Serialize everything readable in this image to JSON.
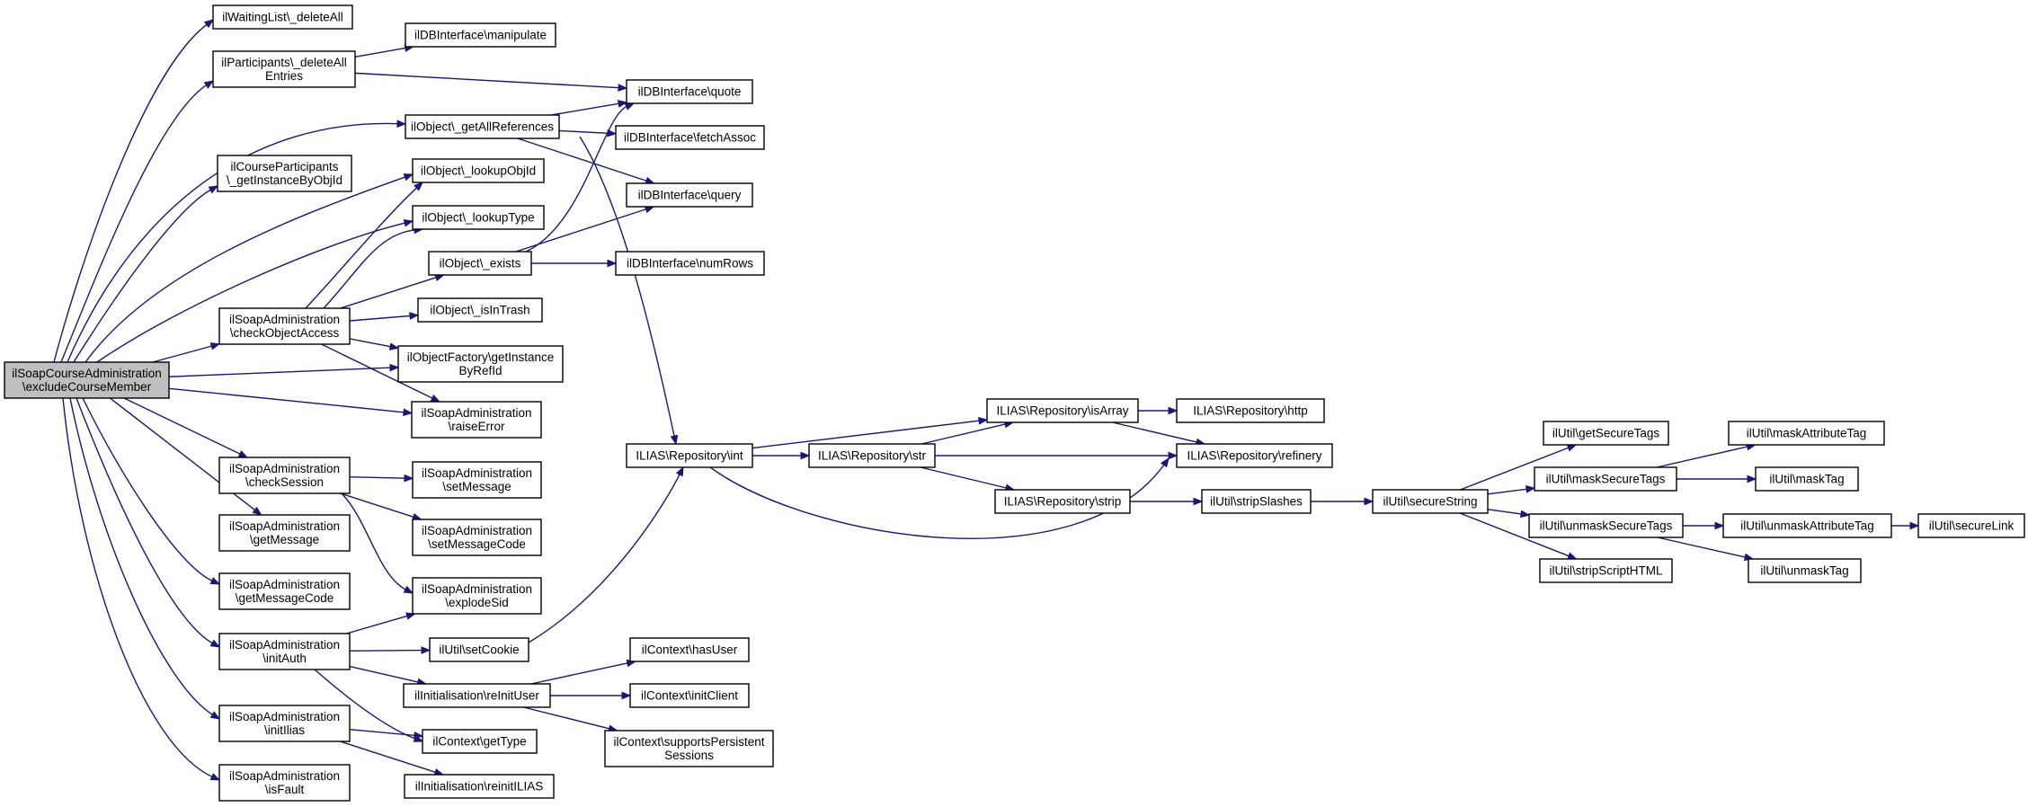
{
  "nodes": [
    {
      "id": "root",
      "lines": [
        "ilSoapCourseAdministration",
        "\\excludeCourseMember"
      ],
      "root": true
    },
    {
      "id": "wl_deleteAll",
      "lines": [
        "ilWaitingList\\_deleteAll"
      ]
    },
    {
      "id": "part_deleteAll",
      "lines": [
        "ilParticipants\\_deleteAll",
        "Entries"
      ]
    },
    {
      "id": "obj_getAllRefs",
      "lines": [
        "ilObject\\_getAllReferences"
      ]
    },
    {
      "id": "cp_getInstance",
      "lines": [
        "ilCourseParticipants",
        "\\_getInstanceByObjId"
      ]
    },
    {
      "id": "sa_checkObjectAccess",
      "lines": [
        "ilSoapAdministration",
        "\\checkObjectAccess"
      ]
    },
    {
      "id": "objfactory",
      "lines": [
        "ilObjectFactory\\getInstance",
        "ByRefId"
      ]
    },
    {
      "id": "sa_raiseError",
      "lines": [
        "ilSoapAdministration",
        "\\raiseError"
      ]
    },
    {
      "id": "sa_checkSession",
      "lines": [
        "ilSoapAdministration",
        "\\checkSession"
      ]
    },
    {
      "id": "sa_getMessage",
      "lines": [
        "ilSoapAdministration",
        "\\getMessage"
      ]
    },
    {
      "id": "sa_getMessageCode",
      "lines": [
        "ilSoapAdministration",
        "\\getMessageCode"
      ]
    },
    {
      "id": "sa_initAuth",
      "lines": [
        "ilSoapAdministration",
        "\\initAuth"
      ]
    },
    {
      "id": "sa_initIlias",
      "lines": [
        "ilSoapAdministration",
        "\\initIlias"
      ]
    },
    {
      "id": "sa_isFault",
      "lines": [
        "ilSoapAdministration",
        "\\isFault"
      ]
    },
    {
      "id": "db_manipulate",
      "lines": [
        "ilDBInterface\\manipulate"
      ]
    },
    {
      "id": "db_quote",
      "lines": [
        "ilDBInterface\\quote"
      ]
    },
    {
      "id": "db_fetchAssoc",
      "lines": [
        "ilDBInterface\\fetchAssoc"
      ]
    },
    {
      "id": "db_query",
      "lines": [
        "ilDBInterface\\query"
      ]
    },
    {
      "id": "db_numRows",
      "lines": [
        "ilDBInterface\\numRows"
      ]
    },
    {
      "id": "obj_lookupObjId",
      "lines": [
        "ilObject\\_lookupObjId"
      ]
    },
    {
      "id": "obj_lookupType",
      "lines": [
        "ilObject\\_lookupType"
      ]
    },
    {
      "id": "obj_exists",
      "lines": [
        "ilObject\\_exists"
      ]
    },
    {
      "id": "obj_isInTrash",
      "lines": [
        "ilObject\\_isInTrash"
      ]
    },
    {
      "id": "sa_setMessage",
      "lines": [
        "ilSoapAdministration",
        "\\setMessage"
      ]
    },
    {
      "id": "sa_setMessageCode",
      "lines": [
        "ilSoapAdministration",
        "\\setMessageCode"
      ]
    },
    {
      "id": "sa_explodeSid",
      "lines": [
        "ilSoapAdministration",
        "\\explodeSid"
      ]
    },
    {
      "id": "util_setCookie",
      "lines": [
        "ilUtil\\setCookie"
      ]
    },
    {
      "id": "init_reInitUser",
      "lines": [
        "ilInitialisation\\reInitUser"
      ]
    },
    {
      "id": "ctx_getType",
      "lines": [
        "ilContext\\getType"
      ]
    },
    {
      "id": "init_reinitILIAS",
      "lines": [
        "ilInitialisation\\reinitILIAS"
      ]
    },
    {
      "id": "ctx_hasUser",
      "lines": [
        "ilContext\\hasUser"
      ]
    },
    {
      "id": "ctx_initClient",
      "lines": [
        "ilContext\\initClient"
      ]
    },
    {
      "id": "ctx_supportsPersistent",
      "lines": [
        "ilContext\\supportsPersistent",
        "Sessions"
      ]
    },
    {
      "id": "repo_int",
      "lines": [
        "ILIAS\\Repository\\int"
      ]
    },
    {
      "id": "repo_str",
      "lines": [
        "ILIAS\\Repository\\str"
      ]
    },
    {
      "id": "repo_isArray",
      "lines": [
        "ILIAS\\Repository\\isArray"
      ]
    },
    {
      "id": "repo_http",
      "lines": [
        "ILIAS\\Repository\\http"
      ]
    },
    {
      "id": "repo_refinery",
      "lines": [
        "ILIAS\\Repository\\refinery"
      ]
    },
    {
      "id": "repo_strip",
      "lines": [
        "ILIAS\\Repository\\strip"
      ]
    },
    {
      "id": "util_stripSlashes",
      "lines": [
        "ilUtil\\stripSlashes"
      ]
    },
    {
      "id": "util_secureString",
      "lines": [
        "ilUtil\\secureString"
      ]
    },
    {
      "id": "util_getSecureTags",
      "lines": [
        "ilUtil\\getSecureTags"
      ]
    },
    {
      "id": "util_maskSecureTags",
      "lines": [
        "ilUtil\\maskSecureTags"
      ]
    },
    {
      "id": "util_unmaskSecureTags",
      "lines": [
        "ilUtil\\unmaskSecureTags"
      ]
    },
    {
      "id": "util_stripScriptHTML",
      "lines": [
        "ilUtil\\stripScriptHTML"
      ]
    },
    {
      "id": "util_maskAttributeTag",
      "lines": [
        "ilUtil\\maskAttributeTag"
      ]
    },
    {
      "id": "util_maskTag",
      "lines": [
        "ilUtil\\maskTag"
      ]
    },
    {
      "id": "util_unmaskAttributeTag",
      "lines": [
        "ilUtil\\unmaskAttributeTag"
      ]
    },
    {
      "id": "util_unmaskTag",
      "lines": [
        "ilUtil\\unmaskTag"
      ]
    },
    {
      "id": "util_secureLink",
      "lines": [
        "ilUtil\\secureLink"
      ]
    }
  ],
  "edges": [
    [
      "root",
      "wl_deleteAll"
    ],
    [
      "root",
      "part_deleteAll"
    ],
    [
      "root",
      "obj_getAllRefs"
    ],
    [
      "root",
      "cp_getInstance"
    ],
    [
      "root",
      "obj_lookupObjId"
    ],
    [
      "root",
      "obj_lookupType"
    ],
    [
      "root",
      "sa_checkObjectAccess"
    ],
    [
      "root",
      "objfactory"
    ],
    [
      "root",
      "sa_raiseError"
    ],
    [
      "root",
      "sa_checkSession"
    ],
    [
      "root",
      "sa_getMessage"
    ],
    [
      "root",
      "sa_getMessageCode"
    ],
    [
      "root",
      "sa_initAuth"
    ],
    [
      "root",
      "sa_initIlias"
    ],
    [
      "root",
      "sa_isFault"
    ],
    [
      "part_deleteAll",
      "db_manipulate"
    ],
    [
      "part_deleteAll",
      "db_quote"
    ],
    [
      "obj_getAllRefs",
      "db_quote"
    ],
    [
      "obj_getAllRefs",
      "db_fetchAssoc"
    ],
    [
      "obj_getAllRefs",
      "db_query"
    ],
    [
      "obj_getAllRefs",
      "repo_int"
    ],
    [
      "sa_checkObjectAccess",
      "obj_lookupObjId"
    ],
    [
      "sa_checkObjectAccess",
      "obj_lookupType"
    ],
    [
      "sa_checkObjectAccess",
      "obj_exists"
    ],
    [
      "sa_checkObjectAccess",
      "obj_isInTrash"
    ],
    [
      "sa_checkObjectAccess",
      "objfactory"
    ],
    [
      "sa_checkObjectAccess",
      "sa_raiseError"
    ],
    [
      "obj_exists",
      "db_quote"
    ],
    [
      "obj_exists",
      "db_query"
    ],
    [
      "obj_exists",
      "db_numRows"
    ],
    [
      "sa_checkSession",
      "sa_setMessage"
    ],
    [
      "sa_checkSession",
      "sa_setMessageCode"
    ],
    [
      "sa_checkSession",
      "sa_explodeSid"
    ],
    [
      "sa_initAuth",
      "sa_explodeSid"
    ],
    [
      "sa_initAuth",
      "util_setCookie"
    ],
    [
      "sa_initAuth",
      "init_reInitUser"
    ],
    [
      "sa_initAuth",
      "ctx_getType"
    ],
    [
      "sa_initIlias",
      "ctx_getType"
    ],
    [
      "sa_initIlias",
      "init_reinitILIAS"
    ],
    [
      "util_setCookie",
      "repo_int"
    ],
    [
      "init_reInitUser",
      "ctx_hasUser"
    ],
    [
      "init_reInitUser",
      "ctx_initClient"
    ],
    [
      "init_reInitUser",
      "ctx_supportsPersistent"
    ],
    [
      "repo_int",
      "repo_isArray"
    ],
    [
      "repo_int",
      "repo_str"
    ],
    [
      "repo_int",
      "repo_refinery"
    ],
    [
      "repo_str",
      "repo_isArray"
    ],
    [
      "repo_str",
      "repo_refinery"
    ],
    [
      "repo_str",
      "repo_strip"
    ],
    [
      "repo_isArray",
      "repo_http"
    ],
    [
      "repo_isArray",
      "repo_refinery"
    ],
    [
      "repo_strip",
      "util_stripSlashes"
    ],
    [
      "util_stripSlashes",
      "util_secureString"
    ],
    [
      "util_secureString",
      "util_getSecureTags"
    ],
    [
      "util_secureString",
      "util_maskSecureTags"
    ],
    [
      "util_secureString",
      "util_unmaskSecureTags"
    ],
    [
      "util_secureString",
      "util_stripScriptHTML"
    ],
    [
      "util_maskSecureTags",
      "util_maskAttributeTag"
    ],
    [
      "util_maskSecureTags",
      "util_maskTag"
    ],
    [
      "util_unmaskSecureTags",
      "util_unmaskAttributeTag"
    ],
    [
      "util_unmaskSecureTags",
      "util_unmaskTag"
    ],
    [
      "util_unmaskAttributeTag",
      "util_secureLink"
    ]
  ],
  "colors": {
    "edge": "#191970",
    "root_fill": "#bfbfbf",
    "node_fill": "#ffffff",
    "node_stroke": "#000000"
  }
}
